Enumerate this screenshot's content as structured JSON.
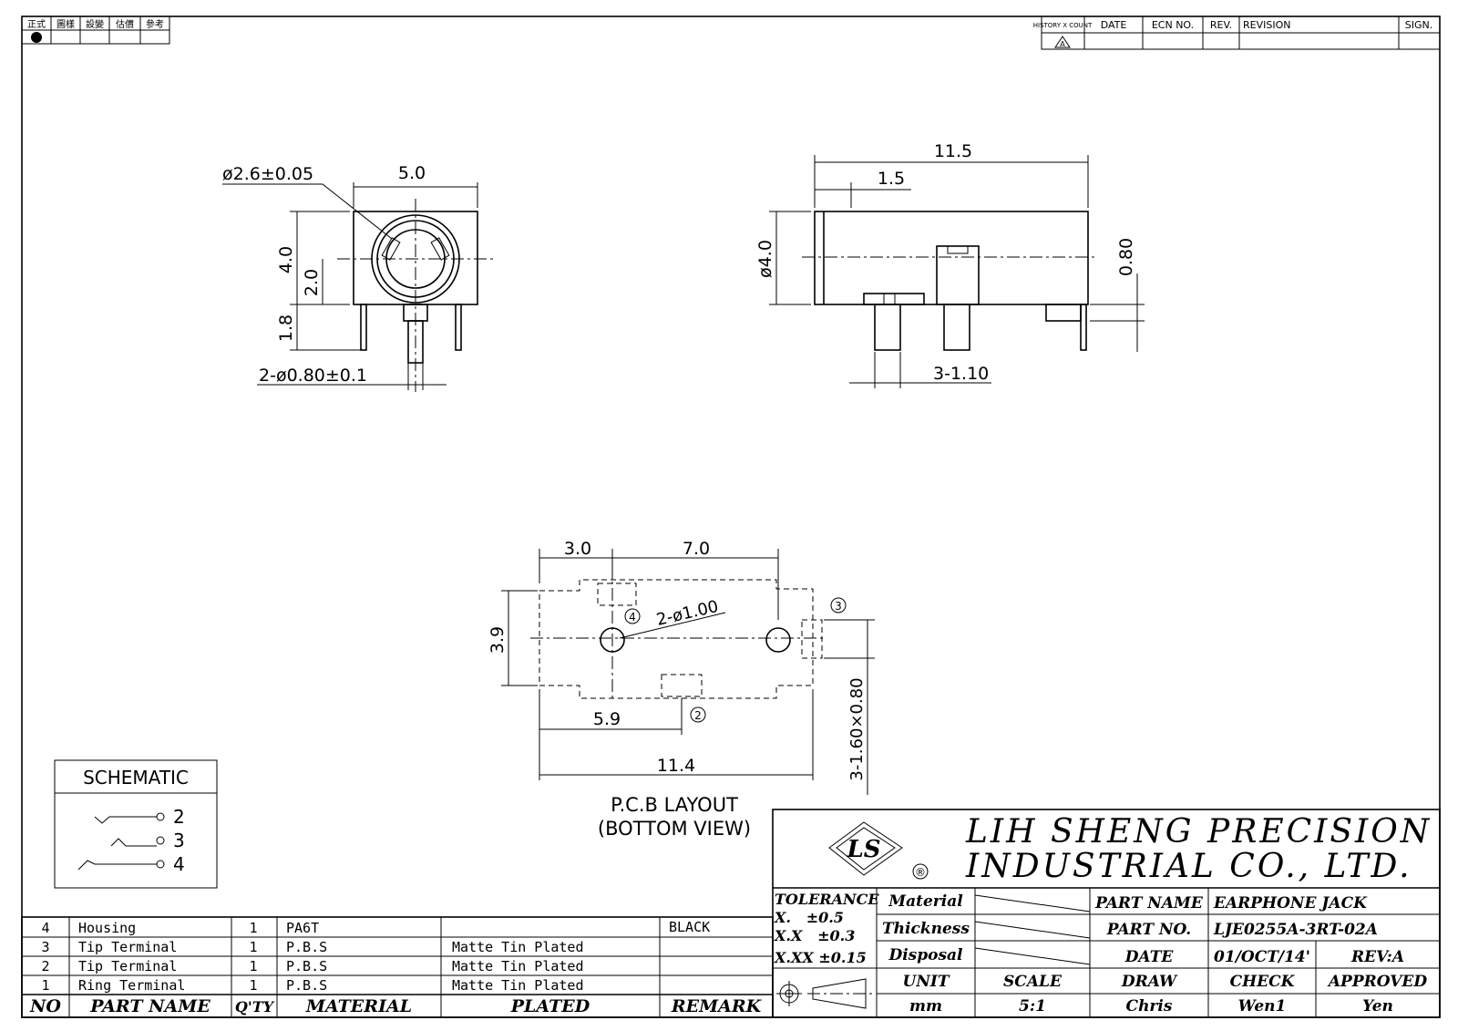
{
  "corner_box": {
    "cells": [
      "正式",
      "圖樣",
      "設變",
      "估價",
      "參考"
    ]
  },
  "history": {
    "headers": [
      "HISTORY X COUNT",
      "DATE",
      "ECN NO.",
      "REV.",
      "REVISION",
      "SIGN."
    ],
    "row_mark": "A"
  },
  "front_view": {
    "dim_diameter": "ø2.6±0.05",
    "dim_width": "5.0",
    "dim_height": "4.0",
    "dim_center": "2.0",
    "dim_pin": "1.8",
    "dim_pins": "2-ø0.80±0.1"
  },
  "side_view": {
    "dim_length": "11.5",
    "dim_front": "1.5",
    "dim_diameter": "ø4.0",
    "dim_pin": "0.80",
    "dim_pins": "3-1.10"
  },
  "pcb_layout": {
    "dim_a": "3.0",
    "dim_b": "7.0",
    "dim_height": "3.9",
    "dim_holes": "2-ø1.00",
    "dim_c": "5.9",
    "dim_total": "11.4",
    "dim_slots": "3-1.60×0.80",
    "pin_2": "2",
    "pin_3": "3",
    "pin_4": "4",
    "title_line1": "P.C.B LAYOUT",
    "title_line2": "(BOTTOM VIEW)"
  },
  "schematic": {
    "title": "SCHEMATIC",
    "pins": [
      "2",
      "3",
      "4"
    ]
  },
  "company": {
    "line1": "LIH SHENG PRECISION",
    "line2": "INDUSTRIAL CO., LTD.",
    "logo_text": "LS",
    "registered": "®"
  },
  "title_block": {
    "tolerance_label": "TOLERANCE",
    "tol_x": "X.   ±0.5",
    "tol_xx": "X.X   ±0.3",
    "tol_xxx": "X.XX ±0.15",
    "material_label": "Material",
    "thickness_label": "Thickness",
    "disposal_label": "Disposal",
    "unit_label": "UNIT",
    "unit_value": "mm",
    "scale_label": "SCALE",
    "scale_value": "5:1",
    "part_name_label": "PART NAME",
    "part_name_value": "EARPHONE JACK",
    "part_no_label": "PART NO.",
    "part_no_value": "LJE0255A-3RT-02A",
    "date_label": "DATE",
    "date_value": "01/OCT/14'",
    "rev_value": "REV:A",
    "draw_label": "DRAW",
    "draw_value": "Chris",
    "check_label": "CHECK",
    "check_value": "Wen1",
    "approved_label": "APPROVED",
    "approved_value": "Yen"
  },
  "bom": {
    "headers": [
      "NO",
      "PART NAME",
      "Q'TY",
      "MATERIAL",
      "PLATED",
      "REMARK"
    ],
    "rows": [
      {
        "no": "4",
        "name": "Housing",
        "qty": "1",
        "material": "PA6T",
        "plated": "",
        "remark": "BLACK"
      },
      {
        "no": "3",
        "name": "Tip Terminal",
        "qty": "1",
        "material": "P.B.S",
        "plated": "Matte Tin Plated",
        "remark": ""
      },
      {
        "no": "2",
        "name": "Tip Terminal",
        "qty": "1",
        "material": "P.B.S",
        "plated": "Matte Tin Plated",
        "remark": ""
      },
      {
        "no": "1",
        "name": "Ring Terminal",
        "qty": "1",
        "material": "P.B.S",
        "plated": "Matte Tin Plated",
        "remark": ""
      }
    ]
  }
}
